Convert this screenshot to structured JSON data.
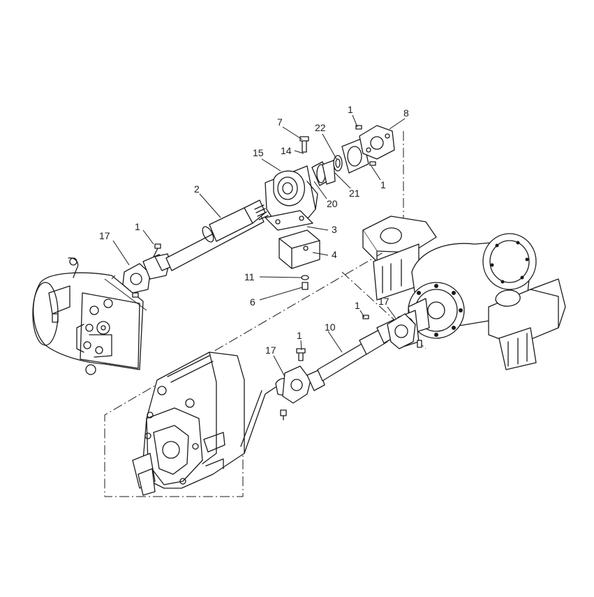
{
  "diagram": {
    "callouts": [
      {
        "id": "c1a",
        "text": "1"
      },
      {
        "id": "c8",
        "text": "8"
      },
      {
        "id": "c7",
        "text": "7"
      },
      {
        "id": "c22",
        "text": "22"
      },
      {
        "id": "c14",
        "text": "14"
      },
      {
        "id": "c15",
        "text": "15"
      },
      {
        "id": "c1b",
        "text": "1"
      },
      {
        "id": "c21",
        "text": "21"
      },
      {
        "id": "c2",
        "text": "2"
      },
      {
        "id": "c20",
        "text": "20"
      },
      {
        "id": "c1c",
        "text": "1"
      },
      {
        "id": "c3",
        "text": "3"
      },
      {
        "id": "c17a",
        "text": "17"
      },
      {
        "id": "c4",
        "text": "4"
      },
      {
        "id": "c11",
        "text": "11"
      },
      {
        "id": "c6",
        "text": "6"
      },
      {
        "id": "c1d",
        "text": "1"
      },
      {
        "id": "c17b",
        "text": "17"
      },
      {
        "id": "c10",
        "text": "10"
      },
      {
        "id": "c1e",
        "text": "1"
      },
      {
        "id": "c17c",
        "text": "17"
      }
    ]
  }
}
